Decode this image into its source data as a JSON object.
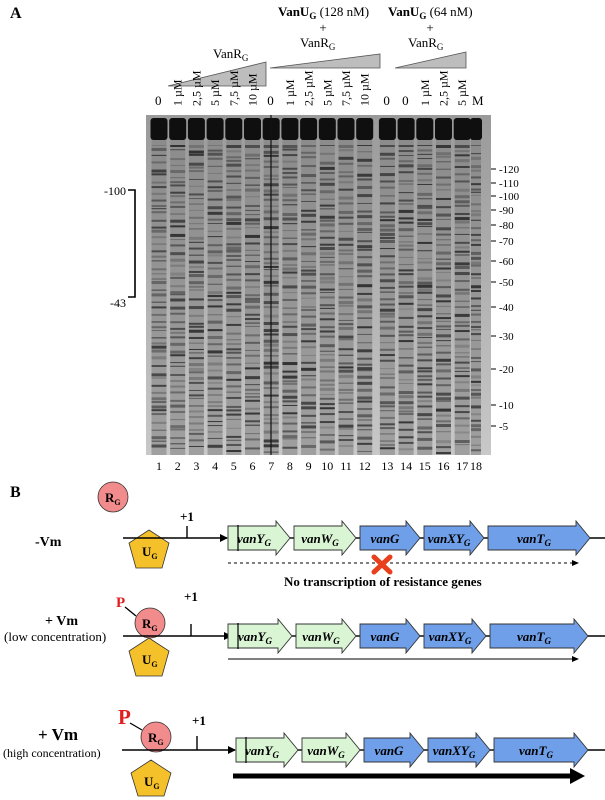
{
  "panel_a": {
    "label": "A",
    "header": {
      "g1_title": "VanR",
      "g1_sub": "G",
      "g2_bold": "VanU",
      "g2_sub": "G",
      "g2_conc": " (128 nM)",
      "g2_plus": "+",
      "g2_r": "VanR",
      "g2_rsub": "G",
      "g3_bold": "VanU",
      "g3_sub": "G",
      "g3_conc": " (64 nM)",
      "g3_plus": "+",
      "g3_r": "VanR",
      "g3_rsub": "G"
    },
    "lane_concentrations": [
      "0",
      "1 µM",
      "2,5 µM",
      "5 µM",
      "7,5 µM",
      "10 µM",
      "0",
      "1 µM",
      "2,5 µM",
      "5 µM",
      "7,5 µM",
      "10 µM",
      "0",
      "0",
      "1 µM",
      "2,5 µM",
      "5 µM",
      "M"
    ],
    "lane_numbers": [
      "1",
      "2",
      "3",
      "4",
      "5",
      "6",
      "7",
      "8",
      "9",
      "10",
      "11",
      "12",
      "13",
      "14",
      "15",
      "16",
      "17",
      "18"
    ],
    "left_marks": [
      "-100",
      "-43"
    ],
    "right_marks": [
      "-120",
      "-110",
      "-100",
      "-90",
      "-80",
      "-70",
      "-60",
      "-50",
      "-40",
      "-30",
      "-20",
      "-10",
      "-5"
    ]
  },
  "panel_b": {
    "label": "B",
    "plus_one": "+1",
    "regulator_r": "R",
    "regulator_r_sub": "G",
    "regulator_u": "U",
    "regulator_u_sub": "G",
    "phospho": "P",
    "rows": [
      {
        "condition": "-Vm",
        "subcondition": "",
        "note": "No transcription of resistance genes"
      },
      {
        "condition": "+ Vm",
        "subcondition": "(low concentration)",
        "note": ""
      },
      {
        "condition": "+ Vm",
        "subcondition": "(high concentration)",
        "note": ""
      }
    ],
    "genes": [
      {
        "name": "vanY",
        "sub": "G",
        "kind": "light"
      },
      {
        "name": "vanW",
        "sub": "G",
        "kind": "light"
      },
      {
        "name": "vanG",
        "sub": "",
        "kind": "blue"
      },
      {
        "name": "vanXY",
        "sub": "G",
        "kind": "blue"
      },
      {
        "name": "vanT",
        "sub": "G",
        "kind": "blue"
      }
    ],
    "colors": {
      "light_gene": "#d9f5d3",
      "blue_gene": "#6f9fe8",
      "regulator_r": "#f28b8b",
      "regulator_u": "#f5c12b",
      "phospho": "#e02020",
      "cross": "#e8401c"
    }
  }
}
